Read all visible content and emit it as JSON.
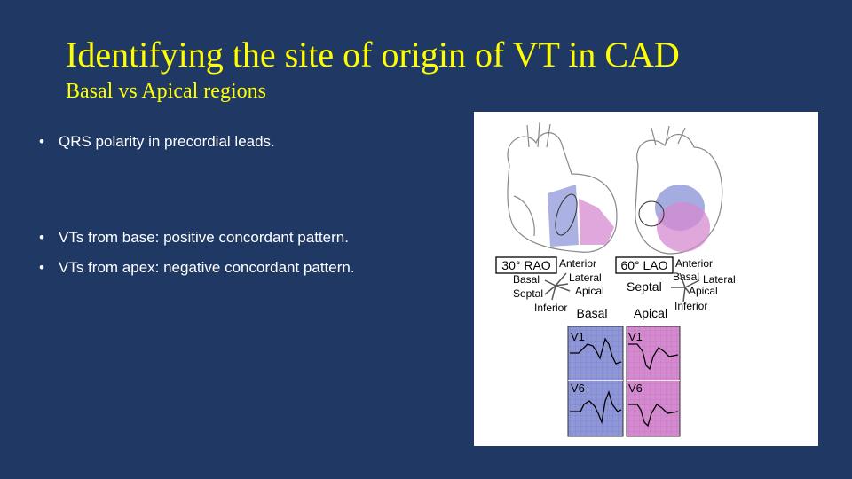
{
  "slide": {
    "title": "Identifying the site of origin of VT in CAD",
    "subtitle": "Basal vs Apical regions",
    "bullets": [
      "QRS polarity in precordial leads.",
      "VTs from base: positive concordant pattern.",
      "VTs from apex: negative concordant pattern."
    ]
  },
  "figure": {
    "rao_label": "30° RAO",
    "lao_label": "60° LAO",
    "rao_axes": {
      "anterior": "Anterior",
      "lateral": "Lateral",
      "basal": "Basal",
      "apical": "Apical",
      "septal": "Septal",
      "inferior": "Inferior"
    },
    "lao_axes": {
      "anterior": "Anterior",
      "basal": "Basal",
      "lateral": "Lateral",
      "septal": "Septal",
      "apical": "Apical",
      "inferior": "Inferior"
    },
    "column_basal": "Basal",
    "column_apical": "Apical",
    "leads": {
      "v1": "V1",
      "v6": "V6"
    },
    "colors": {
      "basal": "#8f97d8",
      "apical": "#d58ad0",
      "background": "#1f3864",
      "title": "#ffff00"
    }
  }
}
